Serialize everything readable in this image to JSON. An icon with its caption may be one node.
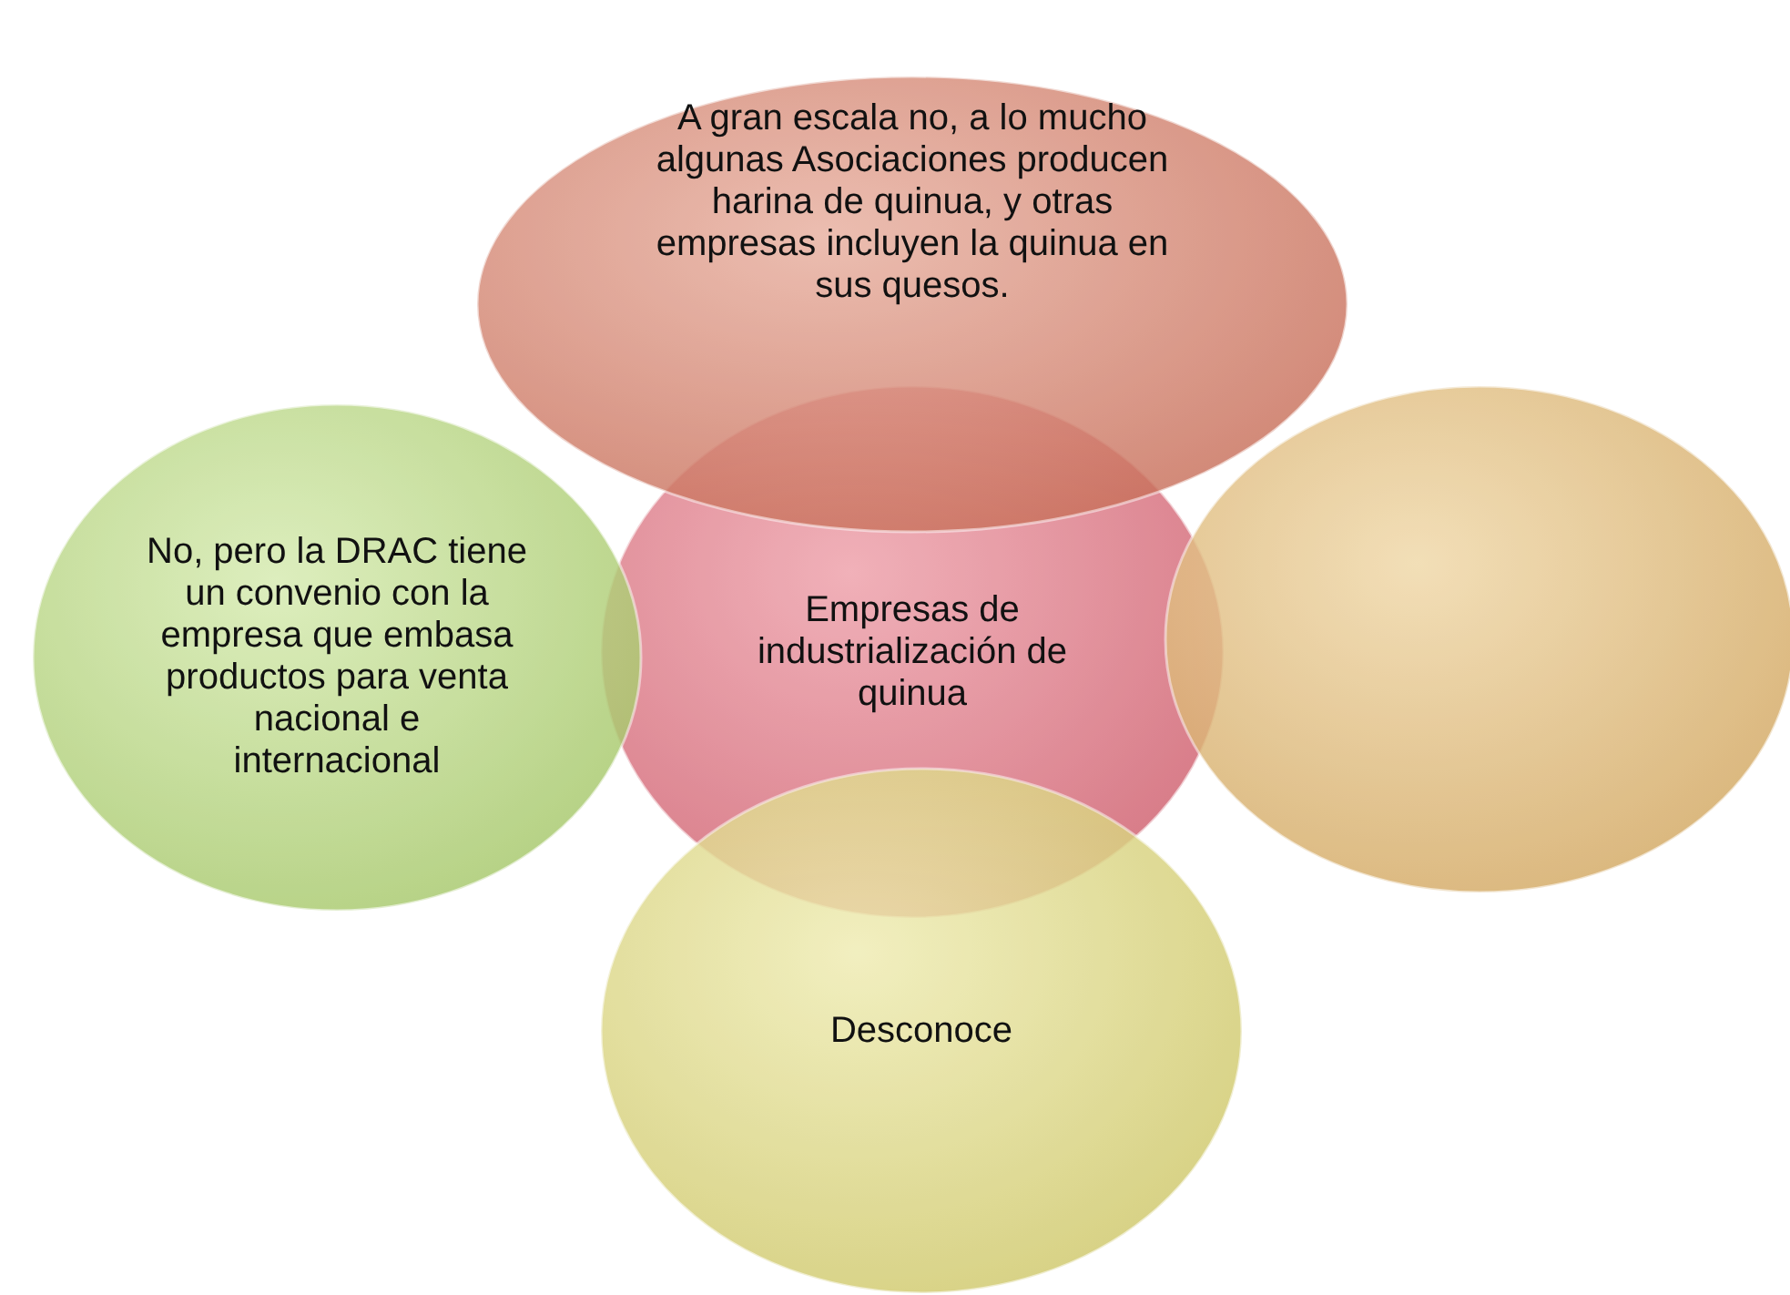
{
  "diagram": {
    "nodes": [
      {
        "text": [
          "A gran escala no, a lo mucho algunas Asociaciones producen harina de quinua, y otras empresas incluyen la quinua en sus quesos."
        ]
      },
      {
        "text": [
          "No, pero la DRAC tiene un convenio con la empresa que embasa productos para venta nacional e internacional"
        ]
      },
      {
        "text": [
          "Empresas de industrialización de quinua"
        ]
      },
      {
        "text": [],
        "shape": "circle"
      },
      {
        "text": [
          "Desconoce"
        ]
      }
    ]
  }
}
